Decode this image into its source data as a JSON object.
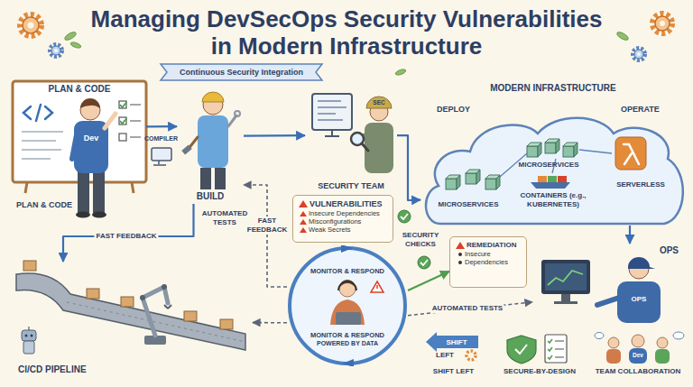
{
  "diagram": {
    "title": "Managing DevSecOps Security Vulnerabilities in Modern Infrastructure",
    "nodes": [
      {
        "text": [
          "PLAN & CODE"
        ]
      },
      {
        "text": [
          "BUILD"
        ]
      },
      {
        "text": [
          "SECURITY TEAM"
        ]
      },
      {
        "text": [
          "VULNERABILITIES",
          "Insecure Dependencies",
          "Misconfigurations",
          "Weak Secrets"
        ]
      },
      {
        "text": [
          "MODERN INFRASTRUCTURE"
        ]
      },
      {
        "text": [
          "MICROSERVICES"
        ],
        "in": 4
      },
      {
        "text": [
          "MICROSERVICES"
        ],
        "in": 4
      },
      {
        "text": [
          "CONTAINERS (e.g., KUBERNETES)"
        ],
        "in": 4
      },
      {
        "text": [
          "SERVERLESS"
        ],
        "in": 4
      },
      {
        "text": [
          "OPS"
        ]
      },
      {
        "text": [
          "REMEDIATION",
          "Insecure",
          "Dependencies"
        ]
      },
      {
        "text": [
          "MONITOR & RESPOND",
          "MONITOR & RESPOND",
          "POWERED BY DATA"
        ]
      },
      {
        "text": [
          "CI/CD PIPELINE"
        ]
      },
      {
        "text": [
          "SHIFT LEFT"
        ]
      },
      {
        "text": [
          "SECURE-BY-DESIGN"
        ]
      },
      {
        "text": [
          "TEAM COLLABORATION"
        ]
      }
    ],
    "edges": [
      {
        "from": 0,
        "to": 1,
        "arrow": "to"
      },
      {
        "from": 1,
        "to": 2,
        "arrow": "to"
      },
      {
        "from": 2,
        "to": 4,
        "arrow": "to"
      },
      {
        "from": 4,
        "to": 9,
        "arrow": "to"
      },
      {
        "from": 1,
        "to": 12,
        "label": "FAST FEEDBACK",
        "arrow": "to"
      },
      {
        "from": 11,
        "to": 1,
        "label": "FAST FEEDBACK",
        "arrow": "to"
      },
      {
        "from": 11,
        "to": 10,
        "arrow": "to"
      },
      {
        "from": 11,
        "to": 9,
        "label": "AUTOMATED TESTS",
        "arrow": "to"
      },
      {
        "from": 11,
        "to": 12,
        "arrow": "to"
      }
    ],
    "labels": [
      "Continuous Security Integration",
      "PLAN & CODE",
      "Dev",
      "COMPILER",
      "AUTOMATED TESTS",
      "SEC",
      "DEPLOY",
      "OPERATE",
      "SECURITY CHECKS",
      "OPS",
      "SHIFT",
      "LEFT",
      "Dev"
    ]
  }
}
